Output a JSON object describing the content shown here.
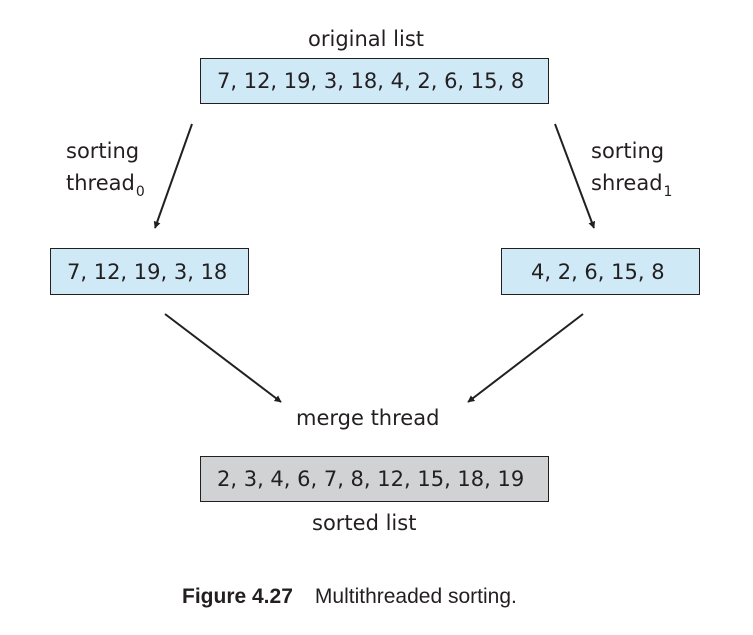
{
  "labels": {
    "original_list": "original list",
    "sorting_left": "sorting",
    "thread_left": "thread",
    "thread_left_sub": "0",
    "sorting_right": "sorting",
    "thread_right": "shread",
    "thread_right_sub": "1",
    "merge_thread": "merge thread",
    "sorted_list": "sorted list"
  },
  "boxes": {
    "original": "7, 12, 19, 3, 18, 4, 2, 6, 15, 8",
    "left": "7, 12, 19, 3, 18",
    "right": "4, 2, 6, 15, 8",
    "sorted": "2, 3, 4, 6, 7, 8, 12, 15, 18, 19"
  },
  "colors": {
    "unsorted_fill": "#cfe9f7",
    "sorted_fill": "#d1d2d4",
    "stroke": "#231f20"
  },
  "caption": {
    "number": "Figure 4.27",
    "text": "Multithreaded sorting."
  }
}
